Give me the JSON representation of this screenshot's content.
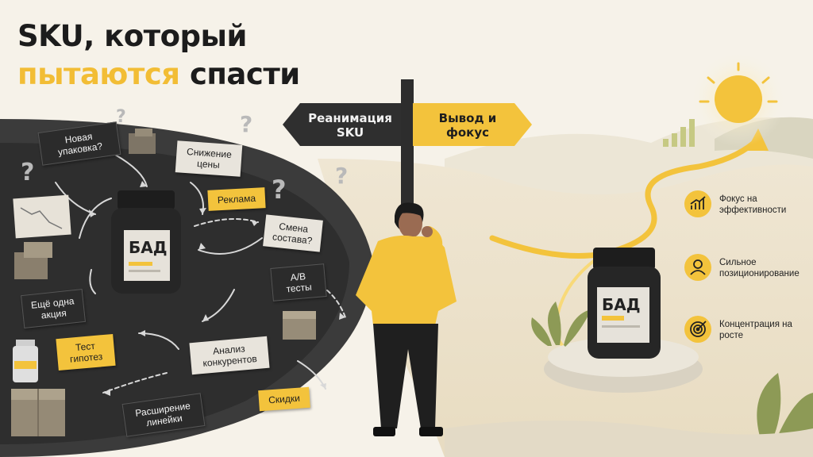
{
  "title": {
    "line1": "SKU, который",
    "line2_highlight": "пытаются",
    "line2_rest": "спасти"
  },
  "signpost": {
    "left": "Реанимация SKU",
    "right": "Вывод и фокус"
  },
  "notes": {
    "new_packaging": "Новая упаковка?",
    "price_cut": "Снижение цены",
    "ads": "Реклама",
    "formula_change": "Смена состава?",
    "another_promo": "Ещё одна акция",
    "ab_tests": "A/B тесты",
    "hypothesis_test": "Тест гипотез",
    "competitor_analysis": "Анализ конкурентов",
    "discounts": "Скидки",
    "line_extension": "Расширение линейки"
  },
  "jars": {
    "left_label": "БАД",
    "right_label": "БАД"
  },
  "benefits": [
    {
      "label": "Фокус на эффективности",
      "icon": "chart-icon"
    },
    {
      "label": "Сильное позиционирование",
      "icon": "person-icon"
    },
    {
      "label": "Концентрация на росте",
      "icon": "target-icon"
    }
  ],
  "question_mark": "?",
  "colors": {
    "accent": "#f3c33c",
    "dark": "#2b2b2b",
    "background": "#f6f2e9"
  }
}
